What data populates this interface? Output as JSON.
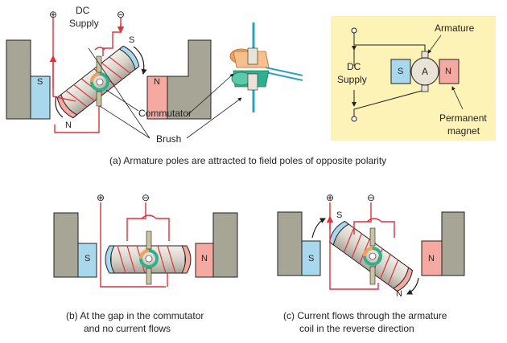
{
  "panel_a": {
    "supply_label_line1": "DC",
    "supply_label_line2": "Supply",
    "plus": "⊕",
    "minus": "⊖",
    "pole_s": "S",
    "pole_n": "N",
    "armature_s": "S",
    "armature_n": "N",
    "commutator_label": "Commutator",
    "brush_label": "Brush",
    "caption": "(a) Armature poles are attracted to field poles of opposite polarity"
  },
  "schematic": {
    "armature_label": "Armature",
    "supply_line1": "DC",
    "supply_line2": "Supply",
    "motor_letter": "A",
    "pole_s": "S",
    "pole_n": "N",
    "magnet_line1": "Permanent",
    "magnet_line2": "magnet"
  },
  "panel_b": {
    "plus": "⊕",
    "minus": "⊖",
    "pole_s": "S",
    "pole_n": "N",
    "caption_line1": "(b) At the gap in the commutator",
    "caption_line2": "and no current flows"
  },
  "panel_c": {
    "plus": "⊕",
    "minus": "⊖",
    "pole_s": "S",
    "pole_n": "N",
    "armature_s": "S",
    "armature_n": "N",
    "caption_line1": "(c) Current flows through the armature",
    "caption_line2": "coil in the reverse direction"
  },
  "colors": {
    "magnet_body": "#a7a596",
    "south_pole": "#a9d8ec",
    "north_pole": "#f5a9a0",
    "wire_red": "#e0303a",
    "commutator_green": "#2fb08c",
    "commutator_orange": "#f2a15a",
    "brush_tan": "#c9c3a0",
    "schematic_bg": "#fdf3b6",
    "armature_body": "#d8d4cc"
  }
}
